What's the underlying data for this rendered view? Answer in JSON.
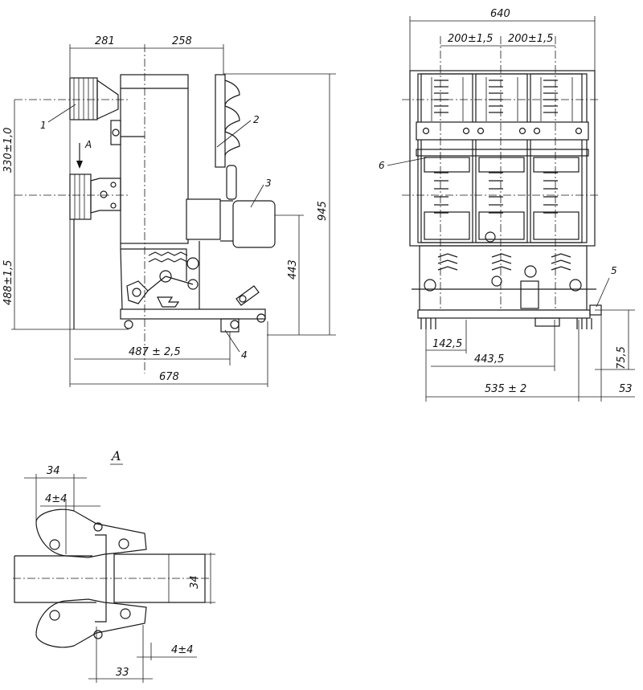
{
  "side_view": {
    "dims": {
      "top_left": "281",
      "top_right": "258",
      "left_upper": "330±1,0",
      "left_lower": "488±1,5",
      "right_height": "945",
      "right_inner": "443",
      "bottom_inner": "487 ± 2,5",
      "bottom_total": "678"
    },
    "labels": {
      "view_arrow": "A",
      "callout_1": "1",
      "callout_2": "2",
      "callout_3": "3",
      "callout_4": "4"
    }
  },
  "front_view": {
    "dims": {
      "total_width": "640",
      "pitch_1": "200±1,5",
      "pitch_2": "200±1,5",
      "left_offset": "142,5",
      "mid_offset": "443,5",
      "base_width": "535 ± 2",
      "right_offset": "53",
      "base_height": "75,5"
    },
    "labels": {
      "callout_5": "5",
      "callout_6": "6"
    }
  },
  "view_a": {
    "title": "A",
    "dims": {
      "top_34": "34",
      "top_tol": "4±4",
      "right_34": "34",
      "bottom_33": "33",
      "bottom_tol": "4±4"
    }
  }
}
